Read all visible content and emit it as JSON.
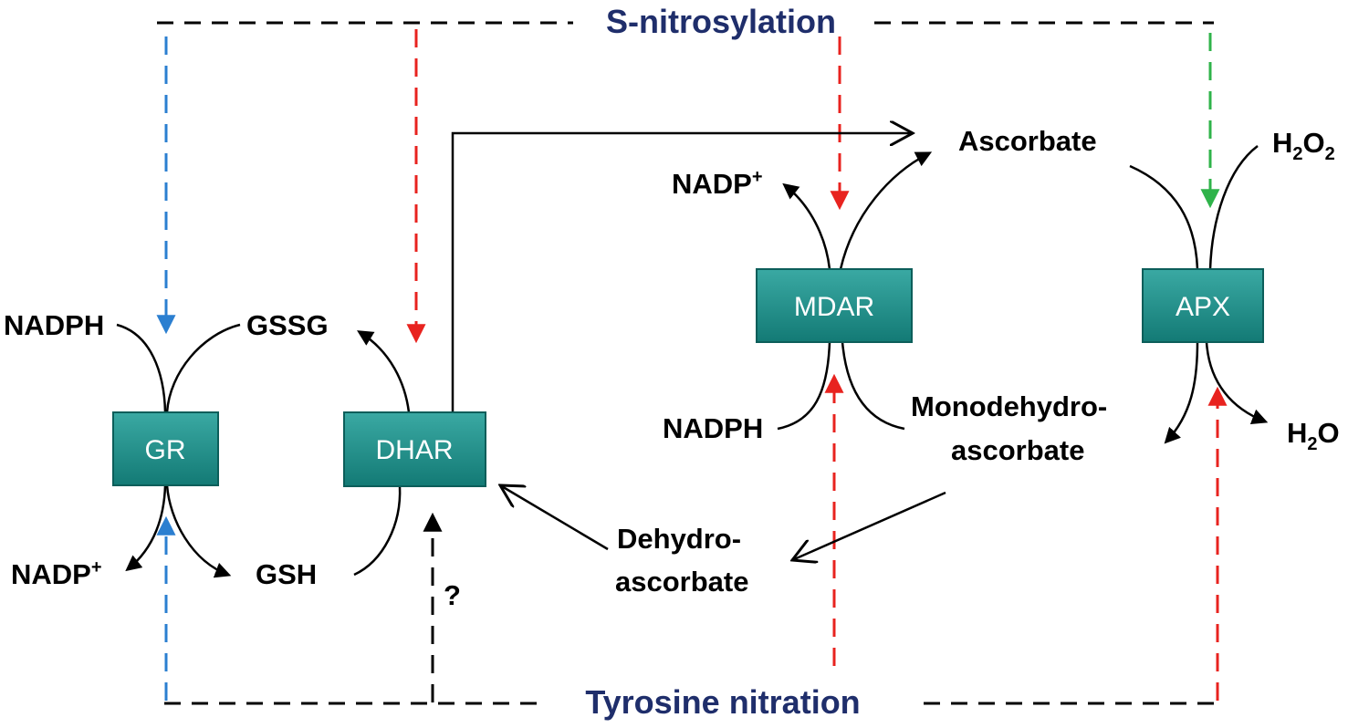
{
  "titles": {
    "top": "S-nitrosylation",
    "bottom": "Tyrosine nitration"
  },
  "enzymes": {
    "gr": "GR",
    "dhar": "DHAR",
    "mdar": "MDAR",
    "apx": "APX"
  },
  "labels": {
    "nadph_left": "NADPH",
    "nadp_left": "NADP",
    "nadp_left_sup": "+",
    "gssg": "GSSG",
    "gsh": "GSH",
    "nadp_mid": "NADP",
    "nadp_mid_sup": "+",
    "nadph_mid": "NADPH",
    "ascorbate": "Ascorbate",
    "mono_line1": "Monodehydro-",
    "mono_line2": "ascorbate",
    "dehydro_line1": "Dehydro-",
    "dehydro_line2": "ascorbate",
    "h2o2_h": "H",
    "h2o2_sub1": "2",
    "h2o2_o": "O",
    "h2o2_sub2": "2",
    "h2o_h": "H",
    "h2o_sub": "2",
    "h2o_o": "O",
    "question": "?"
  },
  "colors": {
    "enzyme_fill": "#1d8f8a",
    "title": "#1f2e6b",
    "blue_arrow": "#2b7fd0",
    "red_arrow": "#e8231f",
    "green_arrow": "#2fb34a",
    "black": "#000000"
  }
}
